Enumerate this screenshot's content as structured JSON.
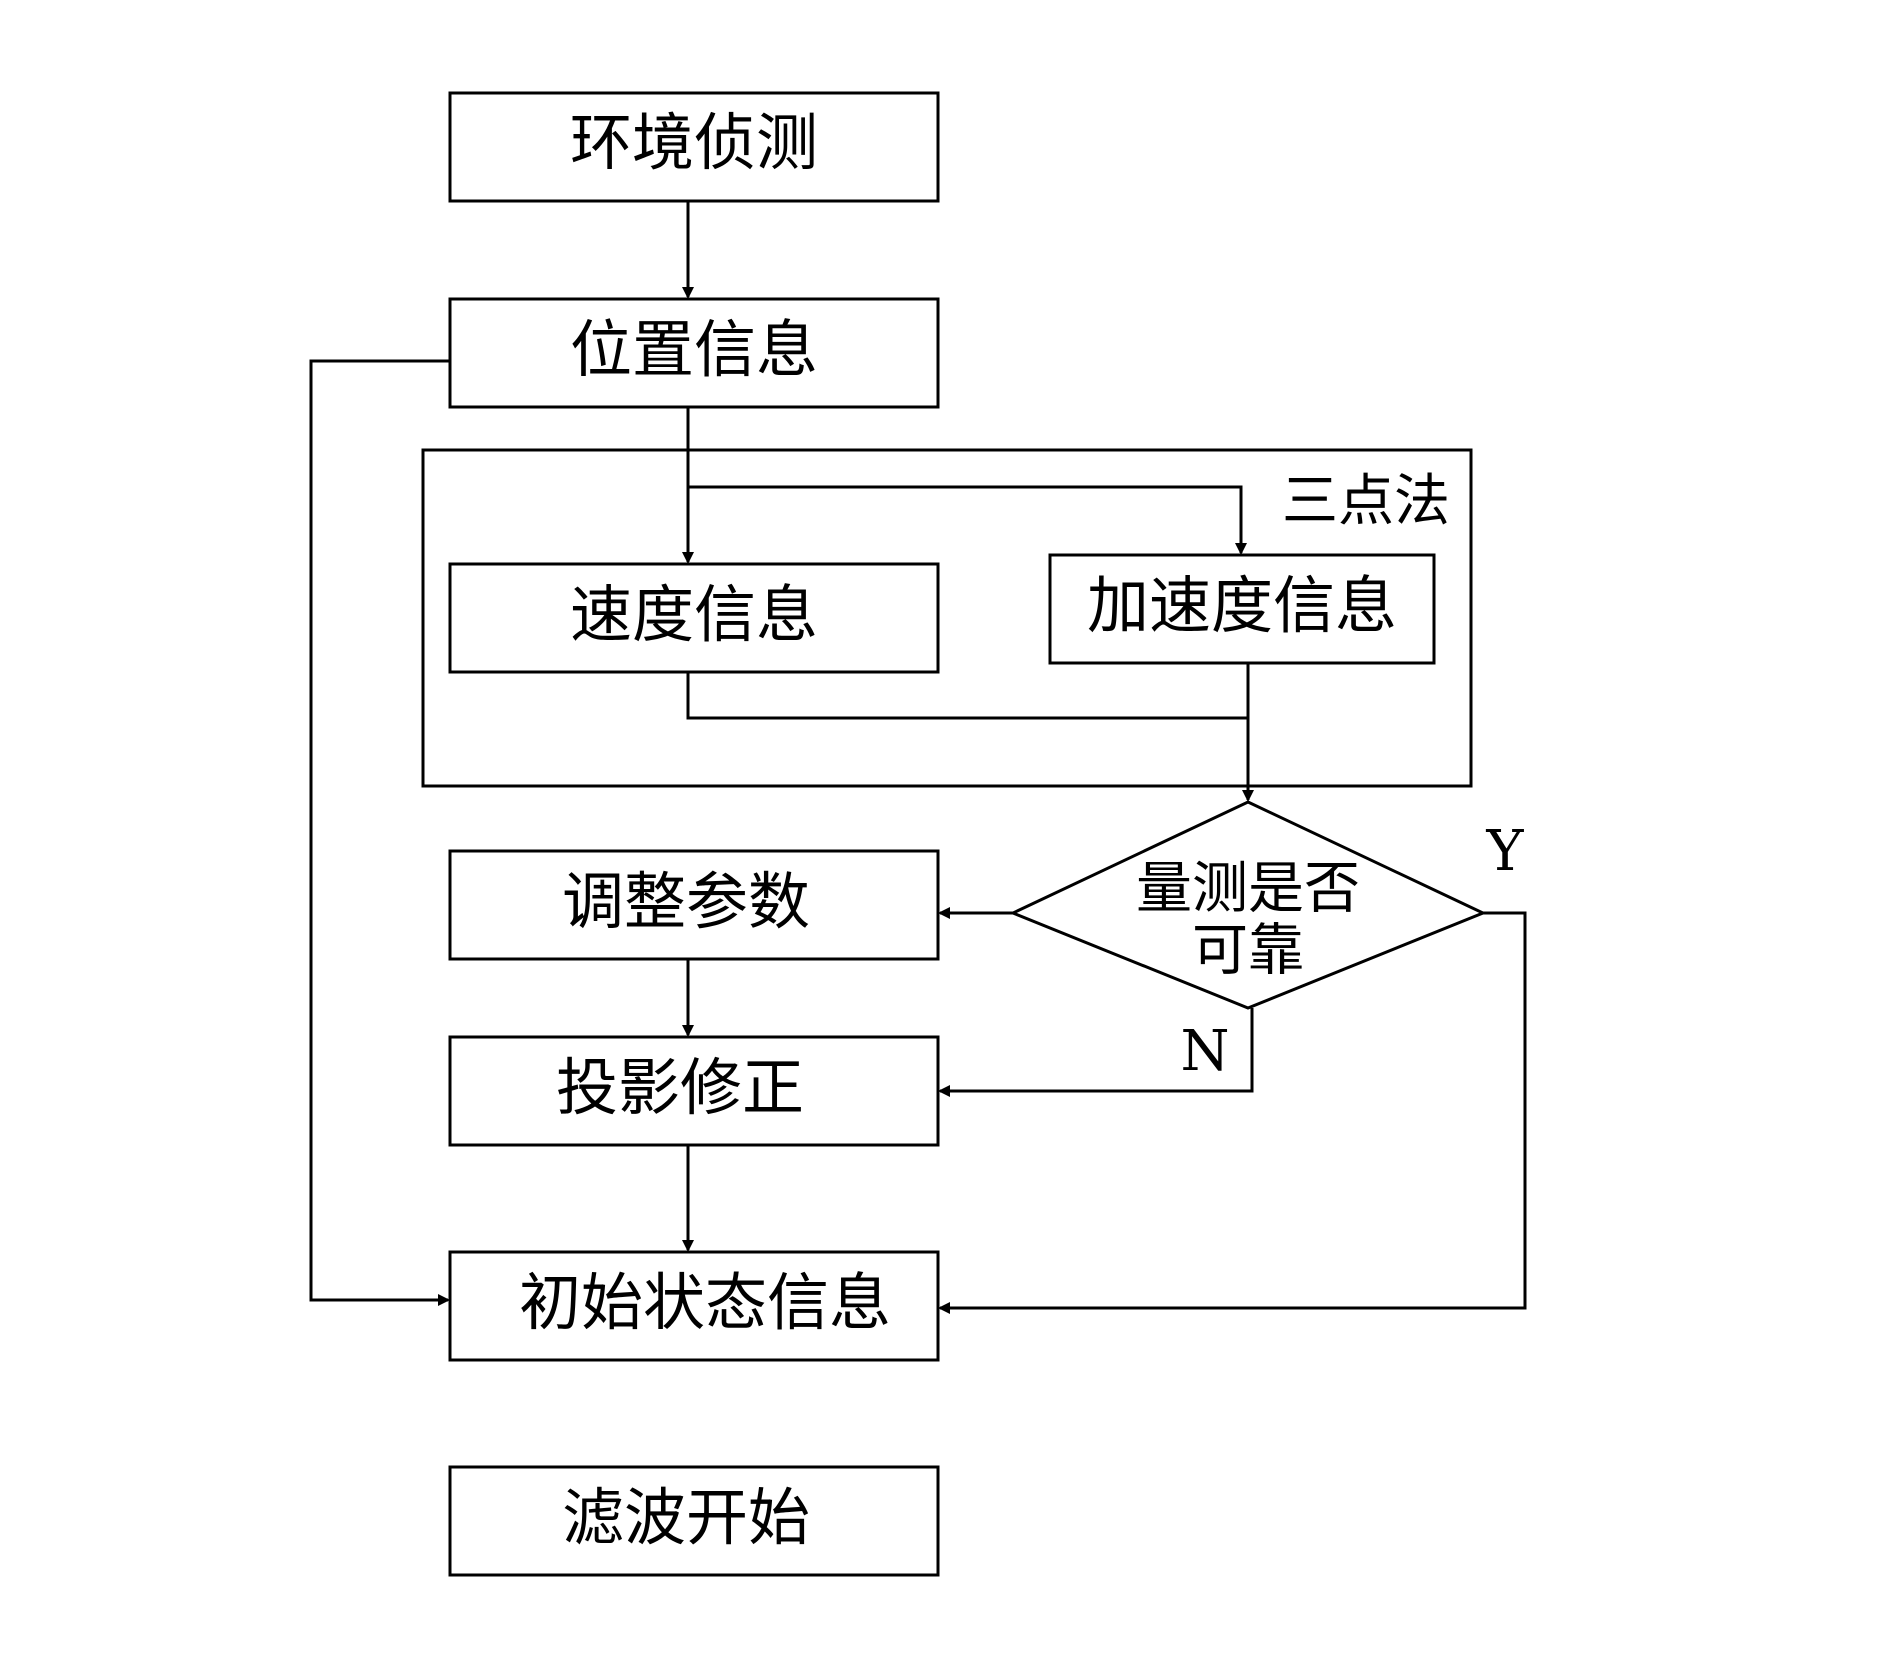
{
  "nodes": {
    "environment_detect": "环境侦测",
    "position_info": "位置信息",
    "velocity_info": "速度信息",
    "acceleration_info": "加速度信息",
    "adjust_params": "调整参数",
    "projection_correction": "投影修正",
    "initial_state_info": "初始状态信息",
    "filter_start": "滤波开始"
  },
  "group": {
    "label": "三点法"
  },
  "decision": {
    "line1": "量测是否",
    "line2": "可靠",
    "yes_label": "Y",
    "no_label": "N"
  },
  "colors": {
    "stroke": "#000000",
    "background": "#ffffff"
  }
}
